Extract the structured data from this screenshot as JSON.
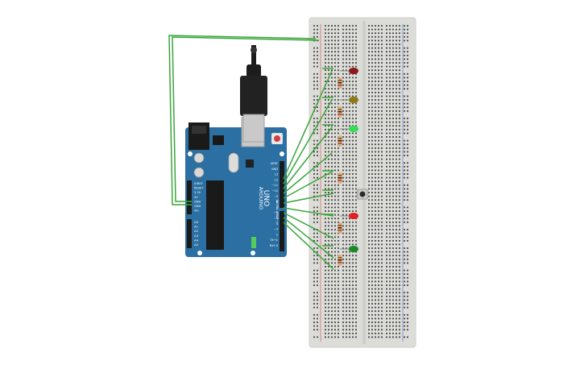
{
  "colors": {
    "background": "#ffffff",
    "breadboard": "#dcdcd8",
    "breadboard_edge": "#cfcfca",
    "hole": "#3a3a3a",
    "rail_red": "#d04a4a",
    "rail_blue": "#4a6fd0",
    "wire": "#3aa63a",
    "arduino_blue": "#2b6fa3",
    "arduino_dark": "#1e5a8a",
    "header_black": "#1a1a1a",
    "usb_cable": "#1c1c1c",
    "usb_plug_metal": "#c9c9c9",
    "led_dark_red": "#8b1a1a",
    "led_olive": "#8f7a12",
    "led_green_bright": "#33dd55",
    "led_red": "#e02222",
    "led_green": "#1a8a2a",
    "resistor_body": "#d9b07a",
    "pushbutton": "#2a2a2a"
  },
  "arduino": {
    "brand": "ARDUINO",
    "model": "UNO",
    "digital_label": "DIGITAL (PWM~)",
    "reset_label": "RESET",
    "pins_left": [
      "IOREF",
      "RESET",
      "3.3V",
      "5V",
      "GND",
      "GND",
      "Vin"
    ],
    "analog_pins": [
      "A0",
      "A1",
      "A2",
      "A3",
      "A4",
      "A5"
    ],
    "pins_right": [
      "AREF",
      "GND",
      "13",
      "12",
      "~11",
      "~10",
      "~9",
      "8",
      "7",
      "~6",
      "~5",
      "4",
      "~3",
      "2",
      "TX→1",
      "RX←0"
    ]
  },
  "components": {
    "leds": [
      "dark-red",
      "olive",
      "bright-green",
      "red",
      "green"
    ],
    "resistor_count": 6,
    "pushbutton_count": 1,
    "usb_cable_count": 1
  }
}
